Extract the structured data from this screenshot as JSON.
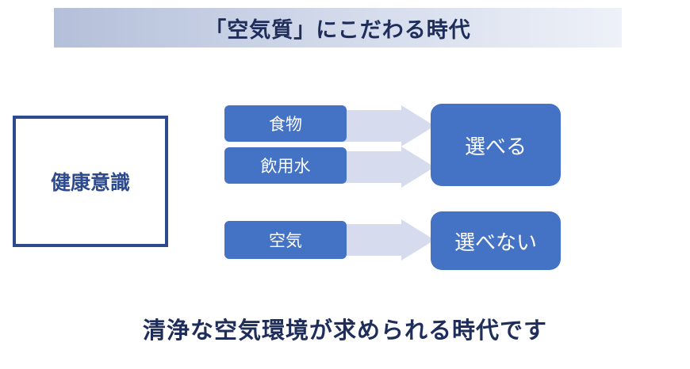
{
  "title": "「空気質」にこだわる時代",
  "left_box": {
    "label": "健康意識"
  },
  "items": {
    "food": "食物",
    "water": "飲用水",
    "air": "空気"
  },
  "results": {
    "choosable": "選べる",
    "not_choosable": "選べない"
  },
  "conclusion": "清浄な空気環境が求められる時代です",
  "colors": {
    "box_blue": "#4472c4",
    "dark_navy": "#1f2d5a",
    "arrow_fill": "#d6dced",
    "title_band": "#c4cde3"
  }
}
